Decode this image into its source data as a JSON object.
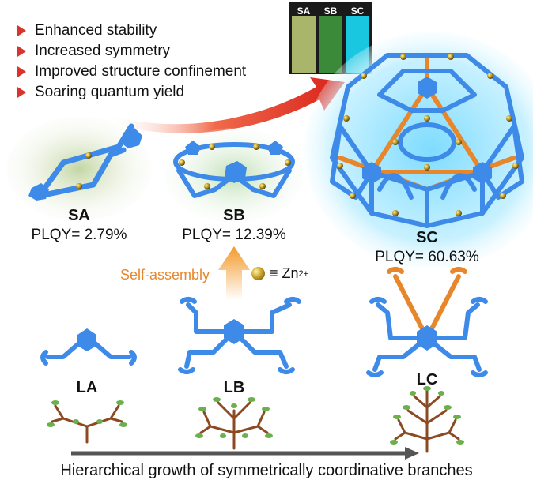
{
  "bullets": [
    "Enhanced stability",
    "Increased symmetry",
    "Improved structure confinement",
    "Soaring quantum yield"
  ],
  "vials": [
    "SA",
    "SB",
    "SC"
  ],
  "compounds": [
    {
      "name": "SA",
      "plqy": "PLQY= 2.79%"
    },
    {
      "name": "SB",
      "plqy": "PLQY= 12.39%"
    },
    {
      "name": "SC",
      "plqy": "PLQY= 60.63%"
    }
  ],
  "ligands": [
    "LA",
    "LB",
    "LC"
  ],
  "self_assembly": "Self-assembly",
  "zinc_legend": {
    "equiv": "≡ Zn",
    "charge": "2+"
  },
  "caption": "Hierarchical growth of symmetrically coordinative branches",
  "colors": {
    "ligand_blue": "#3e8ae8",
    "orange": "#e8862c",
    "arrow_red": "#e33a26",
    "glow_cyan": "#9fe6ff",
    "tree_brown": "#8b4a22",
    "leaf_green": "#6ab04c"
  }
}
